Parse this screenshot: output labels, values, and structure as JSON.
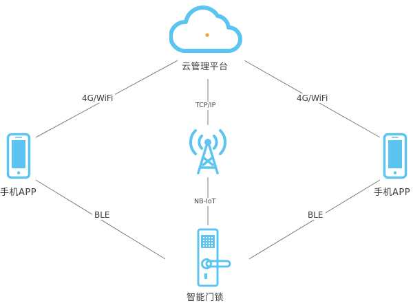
{
  "colors": {
    "accent": "#5cc4f0",
    "dot": "#f0a030",
    "line": "#7a7a7a",
    "text": "#3a3a3a"
  },
  "nodes": {
    "cloud": {
      "label": "云管理平台",
      "icon": "cloud-icon"
    },
    "tower": {
      "icon": "signal-tower-icon"
    },
    "phone_left": {
      "label": "手机APP",
      "icon": "smartphone-icon"
    },
    "phone_right": {
      "label": "手机APP",
      "icon": "smartphone-icon"
    },
    "lock": {
      "label": "智能门锁",
      "icon": "smart-lock-icon"
    }
  },
  "links": {
    "cloud_phone_left": "4G/WiFi",
    "cloud_phone_right": "4G/WiFi",
    "cloud_tower": "TCP/IP",
    "tower_lock": "NB-IoT",
    "phone_left_lock": "BLE",
    "phone_right_lock": "BLE"
  }
}
